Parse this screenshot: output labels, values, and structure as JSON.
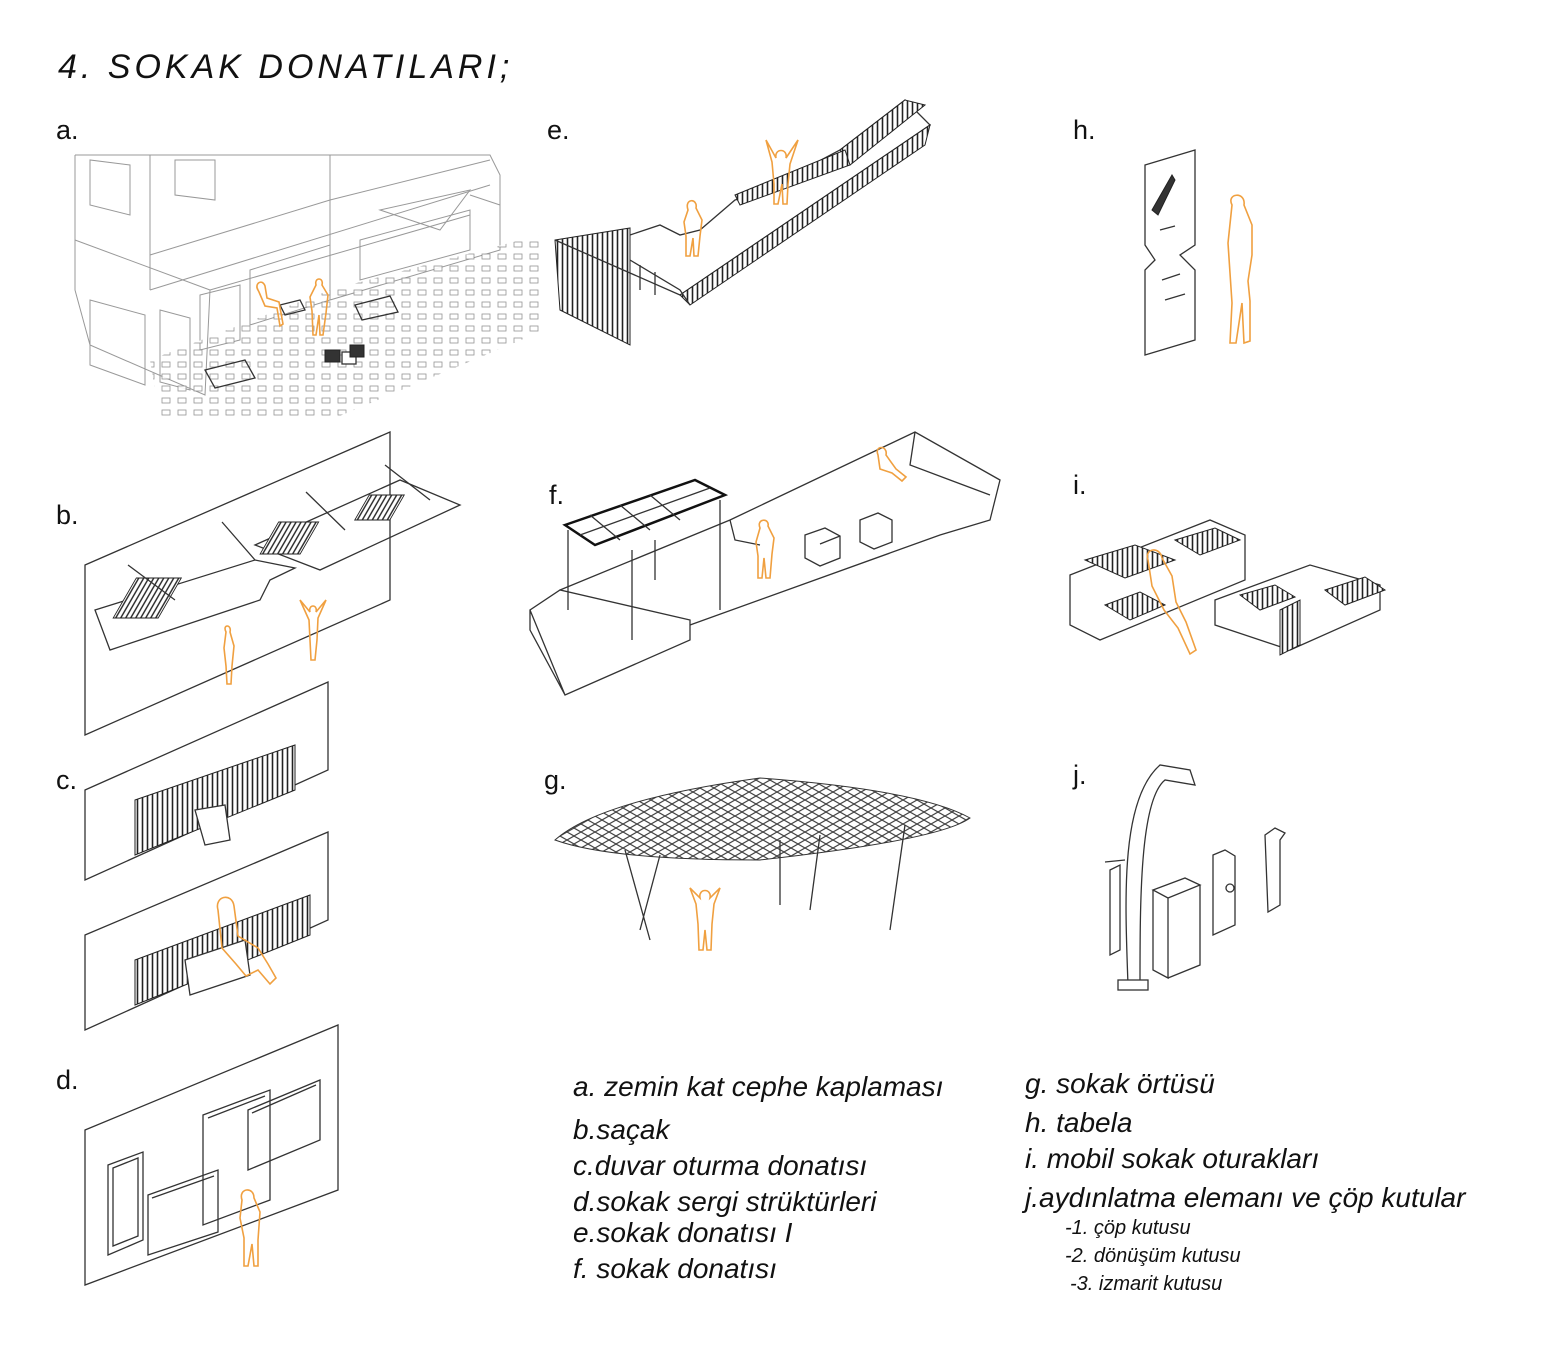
{
  "title": "4. SOKAK DONATILARI;",
  "panel_labels": [
    "a.",
    "b.",
    "c.",
    "d.",
    "e.",
    "f.",
    "g.",
    "h.",
    "i.",
    "j."
  ],
  "legend_left": [
    "a. zemin kat cephe kaplaması",
    "b.saçak",
    "c.duvar oturma donatısı",
    "d.sokak sergi strüktürleri",
    "e.sokak donatısı I",
    "f. sokak donatısı"
  ],
  "legend_right": [
    "g. sokak örtüsü",
    "h. tabela",
    "i. mobil sokak oturakları",
    "j.aydınlatma elemanı ve çöp kutular"
  ],
  "legend_sub": [
    "-1. çöp kutusu",
    "-2. dönüşüm kutusu",
    "-3.  izmarit kutusu"
  ],
  "colors": {
    "figure": "#f0a040",
    "line": "#333333"
  }
}
